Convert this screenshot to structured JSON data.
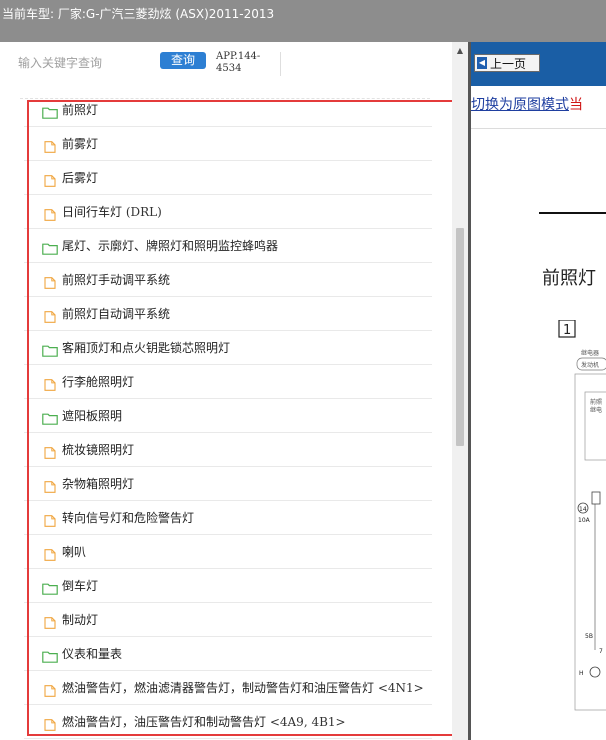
{
  "title_bar": {
    "text": "当前车型:  厂家:G-广汽三菱劲炫 (ASX)2011-2013"
  },
  "search": {
    "placeholder": "输入关键字查询",
    "button_label": "查询",
    "app_code": "APP.144-4534"
  },
  "tree": {
    "items": [
      {
        "icon": "folder-icon",
        "label": "前照灯"
      },
      {
        "icon": "document-icon",
        "label": "前雾灯"
      },
      {
        "icon": "document-icon",
        "label": "后雾灯"
      },
      {
        "icon": "document-icon",
        "label": "日间行车灯 ",
        "latin": "(DRL)"
      },
      {
        "icon": "folder-icon",
        "label": "尾灯、示廓灯、牌照灯和照明监控蜂鸣器"
      },
      {
        "icon": "document-icon",
        "label": "前照灯手动调平系统"
      },
      {
        "icon": "document-icon",
        "label": "前照灯自动调平系统"
      },
      {
        "icon": "folder-icon",
        "label": "客厢顶灯和点火钥匙锁芯照明灯"
      },
      {
        "icon": "document-icon",
        "label": "行李舱照明灯"
      },
      {
        "icon": "folder-icon",
        "label": "遮阳板照明"
      },
      {
        "icon": "document-icon",
        "label": "梳妆镜照明灯"
      },
      {
        "icon": "document-icon",
        "label": "杂物箱照明灯"
      },
      {
        "icon": "document-icon",
        "label": "转向信号灯和危险警告灯"
      },
      {
        "icon": "document-icon",
        "label": "喇叭"
      },
      {
        "icon": "folder-icon",
        "label": "倒车灯"
      },
      {
        "icon": "document-icon",
        "label": "制动灯"
      },
      {
        "icon": "folder-icon",
        "label": "仪表和量表"
      },
      {
        "icon": "document-icon",
        "label": "燃油警告灯，燃油滤清器警告灯，制动警告灯和油压警告灯 ",
        "latin": "<4N1>"
      },
      {
        "icon": "document-icon",
        "label": "燃油警告灯，油压警告灯和制动警告灯 ",
        "latin": "<4A9, 4B1>"
      }
    ]
  },
  "right_pane": {
    "prev_button_label": "上一页",
    "mode_link": "切换为原图模式",
    "mode_link_tail": "当",
    "doc_title": "前照灯",
    "diagram": {
      "box_number": "1",
      "relay_label_1": "继电器",
      "relay_label_2": "发动机",
      "inner_label_1": "前照",
      "inner_label_2": "继电",
      "fuse_number": "14",
      "fuse_rating": "10A",
      "wire_label": "5B",
      "pin_label": "7",
      "bottom_label": "H"
    }
  },
  "colors": {
    "title_bar": "#8d8d8d",
    "accent_blue": "#2d7fd3",
    "header_blue": "#1a5ea5",
    "highlight_red": "#e43b3b",
    "folder_green": "#4caf50",
    "document_orange": "#f0a640"
  }
}
